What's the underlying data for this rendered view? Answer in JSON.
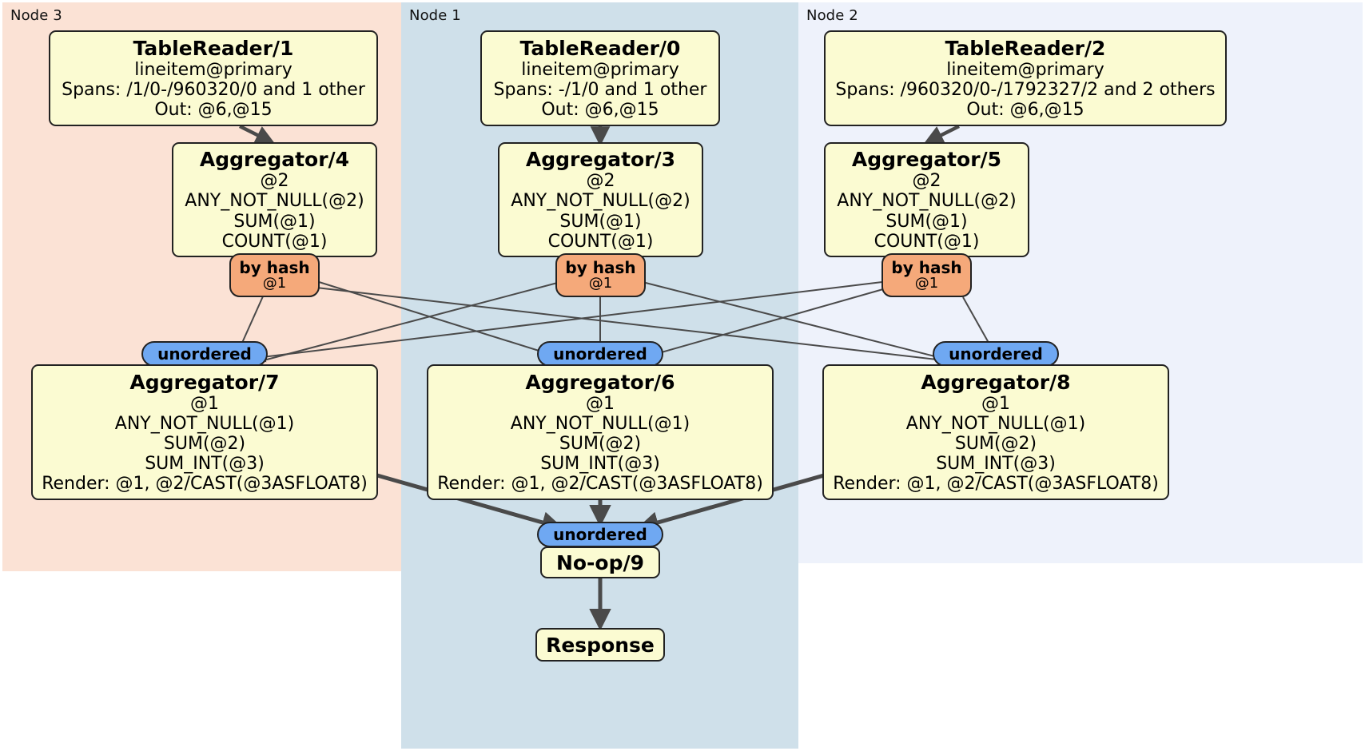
{
  "diagram": {
    "kind": "distributed-query-plan",
    "colors": {
      "node3_panel": "#fbe2d5",
      "node1_panel": "#cfe0ea",
      "node2_panel": "#eef2fb",
      "processor_box": "#fbfbd2",
      "hash_router": "#f5a97a",
      "unordered_synchronizer": "#6fa8f2",
      "stroke": "#222222"
    }
  },
  "panels": [
    {
      "id": "node3",
      "label": "Node 3"
    },
    {
      "id": "node1",
      "label": "Node 1"
    },
    {
      "id": "node2",
      "label": "Node 2"
    }
  ],
  "table_readers": [
    {
      "id": "tr1",
      "title": "TableReader/1",
      "index": "lineitem@primary",
      "spans": "Spans: /1/0-/960320/0 and 1 other",
      "out": "Out: @6,@15"
    },
    {
      "id": "tr0",
      "title": "TableReader/0",
      "index": "lineitem@primary",
      "spans": "Spans: -/1/0 and 1 other",
      "out": "Out: @6,@15"
    },
    {
      "id": "tr2",
      "title": "TableReader/2",
      "index": "lineitem@primary",
      "spans": "Spans: /960320/0-/1792327/2 and 2 others",
      "out": "Out: @6,@15"
    }
  ],
  "aggregators_top": [
    {
      "id": "agg4",
      "title": "Aggregator/4",
      "group": "@2",
      "agg1": "ANY_NOT_NULL(@2)",
      "agg2": "SUM(@1)",
      "agg3": "COUNT(@1)"
    },
    {
      "id": "agg3",
      "title": "Aggregator/3",
      "group": "@2",
      "agg1": "ANY_NOT_NULL(@2)",
      "agg2": "SUM(@1)",
      "agg3": "COUNT(@1)"
    },
    {
      "id": "agg5",
      "title": "Aggregator/5",
      "group": "@2",
      "agg1": "ANY_NOT_NULL(@2)",
      "agg2": "SUM(@1)",
      "agg3": "COUNT(@1)"
    }
  ],
  "hash_routers": [
    {
      "id": "hash4",
      "label": "by hash",
      "column": "@1"
    },
    {
      "id": "hash3",
      "label": "by hash",
      "column": "@1"
    },
    {
      "id": "hash5",
      "label": "by hash",
      "column": "@1"
    }
  ],
  "synchronizers_mid": [
    {
      "id": "sync7",
      "label": "unordered"
    },
    {
      "id": "sync6",
      "label": "unordered"
    },
    {
      "id": "sync8",
      "label": "unordered"
    }
  ],
  "aggregators_bottom": [
    {
      "id": "agg7",
      "title": "Aggregator/7",
      "group": "@1",
      "agg1": "ANY_NOT_NULL(@1)",
      "agg2": "SUM(@2)",
      "agg3": "SUM_INT(@3)",
      "render": "Render: @1, @2/CAST(@3ASFLOAT8)"
    },
    {
      "id": "agg6",
      "title": "Aggregator/6",
      "group": "@1",
      "agg1": "ANY_NOT_NULL(@1)",
      "agg2": "SUM(@2)",
      "agg3": "SUM_INT(@3)",
      "render": "Render: @1, @2/CAST(@3ASFLOAT8)"
    },
    {
      "id": "agg8",
      "title": "Aggregator/8",
      "group": "@1",
      "agg1": "ANY_NOT_NULL(@1)",
      "agg2": "SUM(@2)",
      "agg3": "SUM_INT(@3)",
      "render": "Render: @1, @2/CAST(@3ASFLOAT8)"
    }
  ],
  "final": {
    "sync": {
      "id": "sync9",
      "label": "unordered"
    },
    "noop": {
      "id": "noop9",
      "title": "No-op/9"
    },
    "response": {
      "id": "response",
      "title": "Response"
    }
  }
}
